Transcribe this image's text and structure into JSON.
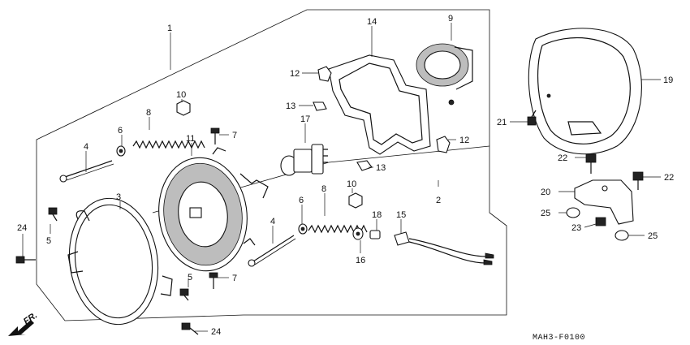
{
  "diagram": {
    "drawing_code": "MAH3-F0100",
    "direction_label": "FR.",
    "callouts": [
      {
        "id": "c1",
        "num": "1"
      },
      {
        "id": "c2",
        "num": "2"
      },
      {
        "id": "c3",
        "num": "3"
      },
      {
        "id": "c4a",
        "num": "4"
      },
      {
        "id": "c4b",
        "num": "4"
      },
      {
        "id": "c5a",
        "num": "5"
      },
      {
        "id": "c5b",
        "num": "5"
      },
      {
        "id": "c6a",
        "num": "6"
      },
      {
        "id": "c6b",
        "num": "6"
      },
      {
        "id": "c7a",
        "num": "7"
      },
      {
        "id": "c7b",
        "num": "7"
      },
      {
        "id": "c8a",
        "num": "8"
      },
      {
        "id": "c8b",
        "num": "8"
      },
      {
        "id": "c9",
        "num": "9"
      },
      {
        "id": "c10a",
        "num": "10"
      },
      {
        "id": "c10b",
        "num": "10"
      },
      {
        "id": "c11",
        "num": "11"
      },
      {
        "id": "c12a",
        "num": "12"
      },
      {
        "id": "c12b",
        "num": "12"
      },
      {
        "id": "c13a",
        "num": "13"
      },
      {
        "id": "c13b",
        "num": "13"
      },
      {
        "id": "c14",
        "num": "14"
      },
      {
        "id": "c15",
        "num": "15"
      },
      {
        "id": "c16",
        "num": "16"
      },
      {
        "id": "c17",
        "num": "17"
      },
      {
        "id": "c18",
        "num": "18"
      },
      {
        "id": "c19",
        "num": "19"
      },
      {
        "id": "c20",
        "num": "20"
      },
      {
        "id": "c21",
        "num": "21"
      },
      {
        "id": "c22a",
        "num": "22"
      },
      {
        "id": "c22b",
        "num": "22"
      },
      {
        "id": "c23",
        "num": "23"
      },
      {
        "id": "c24a",
        "num": "24"
      },
      {
        "id": "c24b",
        "num": "24"
      },
      {
        "id": "c25a",
        "num": "25"
      },
      {
        "id": "c25b",
        "num": "25"
      }
    ]
  }
}
